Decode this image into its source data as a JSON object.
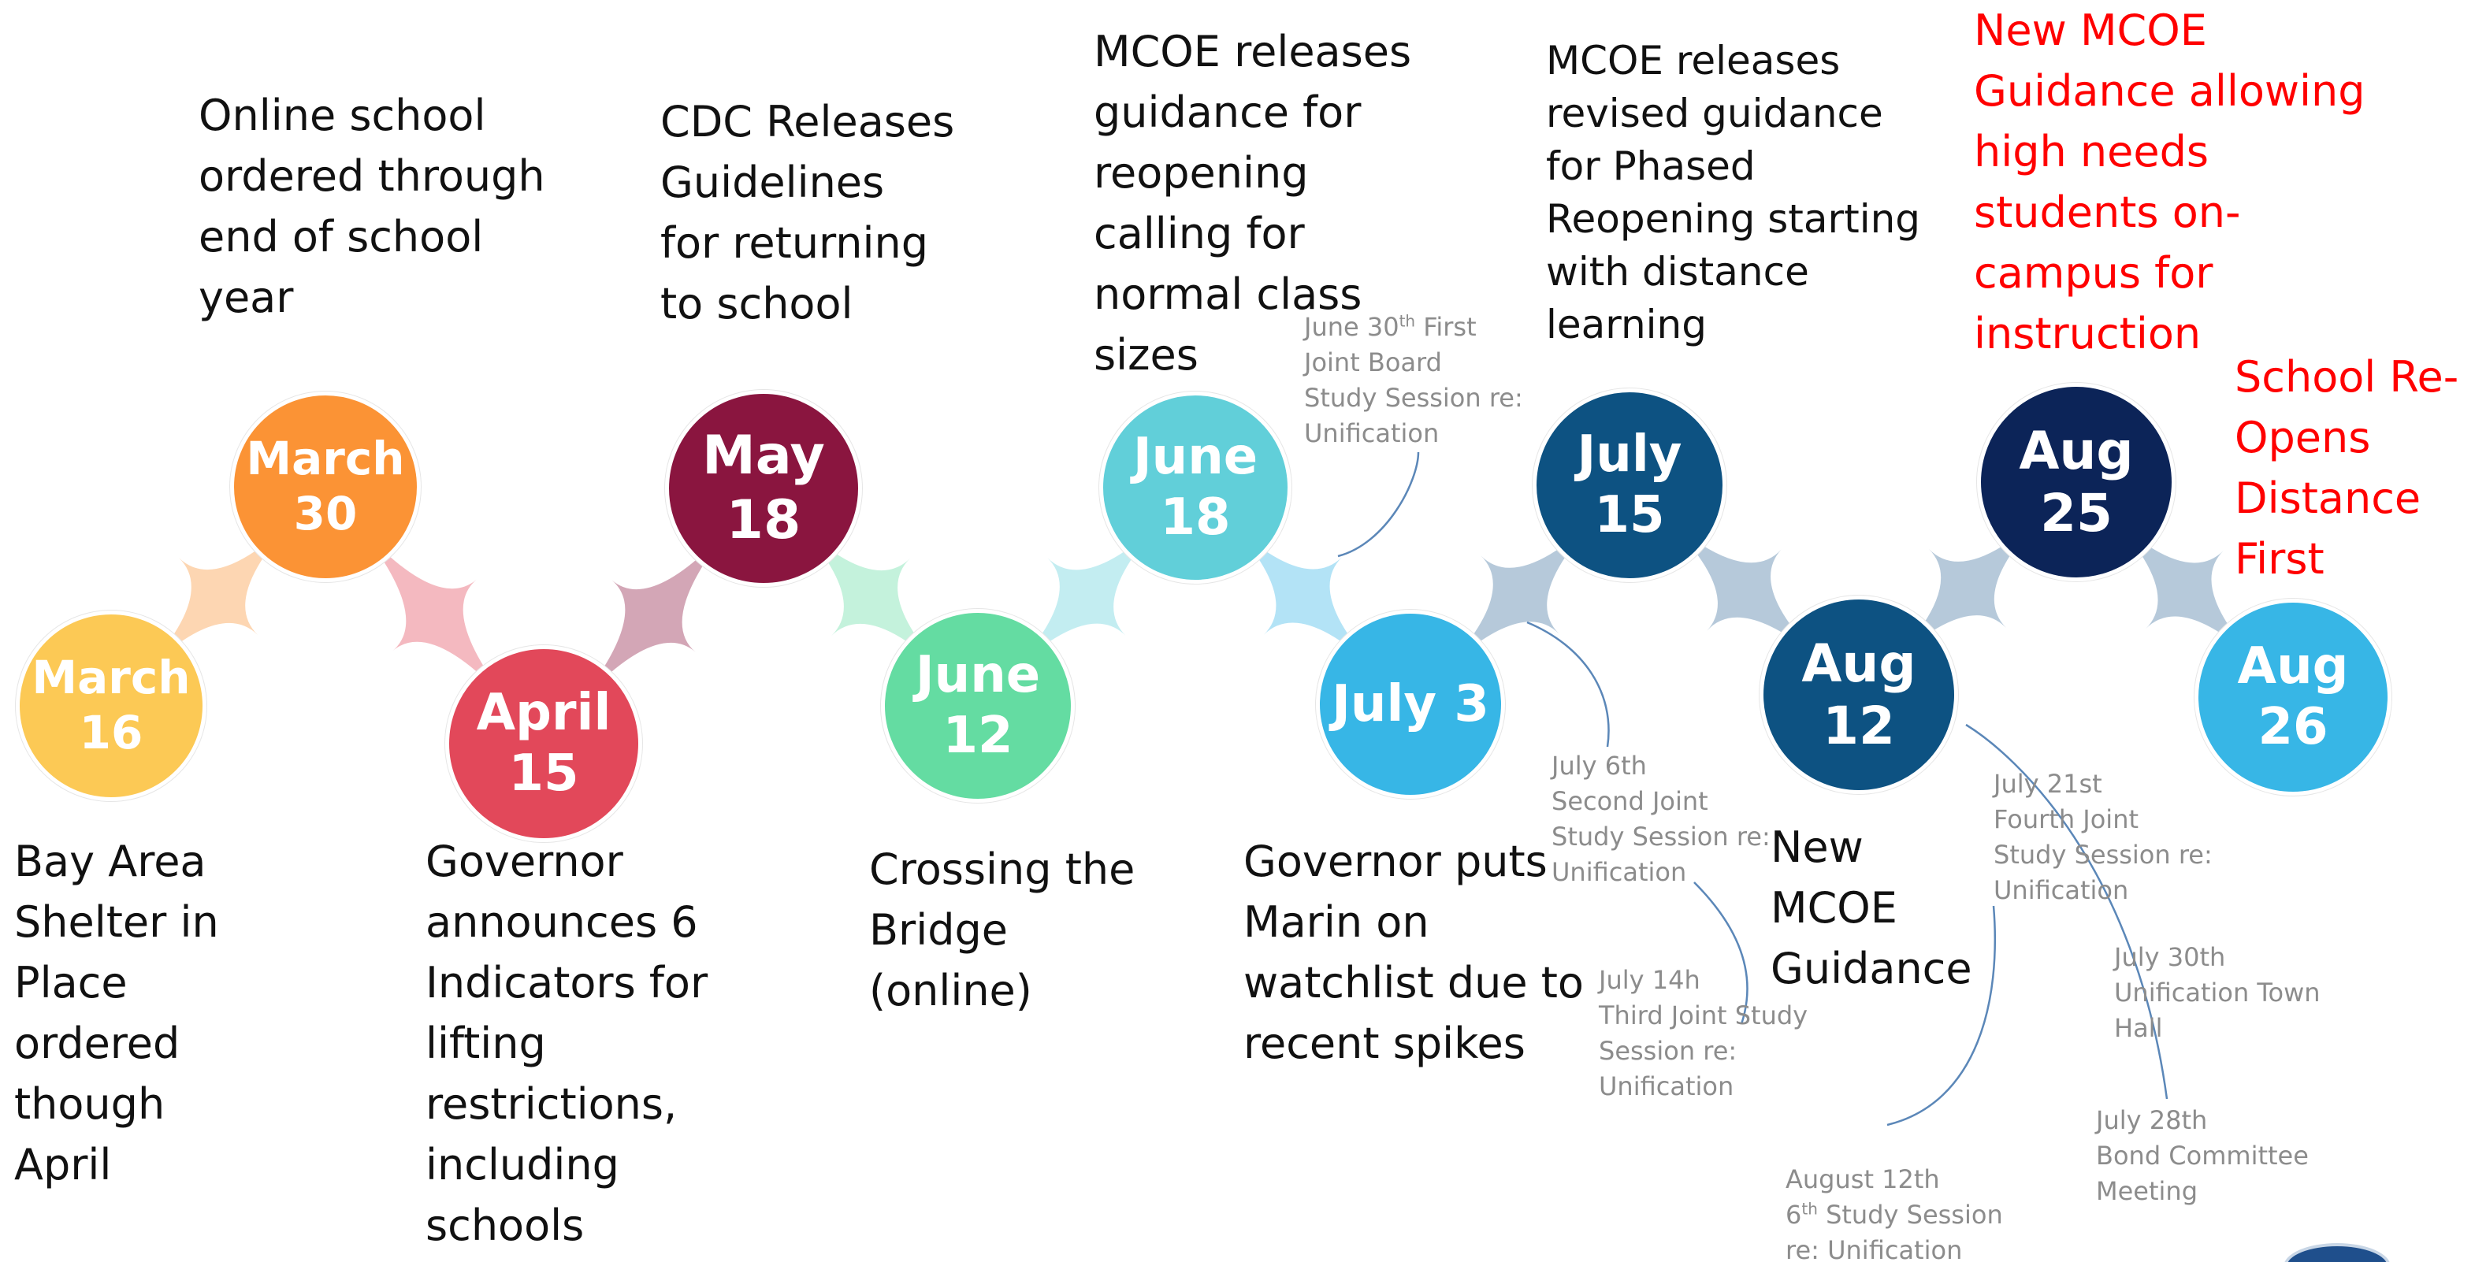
{
  "nodes": [
    {
      "id": "march16",
      "line1": "March",
      "line2": "16",
      "color": "#fcc955"
    },
    {
      "id": "march30",
      "line1": "March",
      "line2": "30",
      "color": "#fb9335"
    },
    {
      "id": "april15",
      "line1": "April",
      "line2": "15",
      "color": "#e2485a"
    },
    {
      "id": "may18",
      "line1": "May",
      "line2": "18",
      "color": "#8a153f"
    },
    {
      "id": "june12",
      "line1": "June",
      "line2": "12",
      "color": "#64dca2"
    },
    {
      "id": "june18",
      "line1": "June",
      "line2": "18",
      "color": "#61cfd9"
    },
    {
      "id": "july3",
      "line1": "July 3",
      "line2": "",
      "color": "#37b6e6"
    },
    {
      "id": "july15",
      "line1": "July",
      "line2": "15",
      "color": "#0d5282"
    },
    {
      "id": "aug12",
      "line1": "Aug",
      "line2": "12",
      "color": "#0d5282"
    },
    {
      "id": "aug25",
      "line1": "Aug",
      "line2": "25",
      "color": "#0c2458"
    },
    {
      "id": "aug26",
      "line1": "Aug",
      "line2": "26",
      "color": "#37b6e6"
    }
  ],
  "events": {
    "march16": [
      "Bay Area",
      "Shelter in",
      "Place",
      "ordered",
      "though",
      "April"
    ],
    "march30": [
      "Online school",
      "ordered  through",
      "end of school",
      "year"
    ],
    "april15": [
      "Governor",
      "announces 6",
      "Indicators for",
      "lifting",
      "restrictions,",
      "including",
      "schools"
    ],
    "may18": [
      "CDC Releases",
      "Guidelines",
      "for returning",
      "to school"
    ],
    "june12": [
      "Crossing the",
      "Bridge",
      "(online)"
    ],
    "june18": [
      "MCOE releases",
      "guidance for",
      "reopening",
      "calling for",
      "normal class",
      "sizes"
    ],
    "july3": [
      "Governor puts",
      "Marin on",
      "watchlist due to",
      "recent spikes"
    ],
    "july15": [
      "MCOE releases",
      "revised guidance",
      "for Phased",
      "Reopening starting",
      "with distance",
      "learning"
    ],
    "aug12": [
      "New",
      "MCOE",
      "Guidance"
    ],
    "aug25": [
      "New MCOE",
      "Guidance allowing",
      "high needs",
      "students on-",
      "campus for",
      "instruction"
    ],
    "aug26": [
      "School Re-",
      "Opens",
      "Distance",
      "First"
    ]
  },
  "notes": {
    "june30": {
      "line1_a": "June 30",
      "line1_sup": "th",
      "line1_b": " First",
      "rest": [
        "Joint Board",
        "Study Session re:",
        "Unification"
      ]
    },
    "july6": [
      "July 6th",
      "Second Joint",
      "Study Session re:",
      "Unification"
    ],
    "july14": [
      "July 14h",
      "Third Joint Study",
      "Session re:",
      "Unification"
    ],
    "july21": [
      "July 21st",
      "Fourth Joint",
      "Study Session re:",
      "Unification"
    ],
    "july30": [
      "July 30th",
      "Unification Town",
      "Hall"
    ],
    "july28": [
      "July 28th",
      "Bond Committee",
      "Meeting"
    ],
    "aug12": {
      "line1": "August 12th",
      "line2_a": "6",
      "line2_sup": "th",
      "line2_b": " Study Session",
      "line3": "re: Unification"
    }
  },
  "colors": {
    "event_text": "#111111",
    "event_highlight": "#ff0000",
    "note_text": "#8c8c8c",
    "leader_line": "#5b87b8"
  }
}
